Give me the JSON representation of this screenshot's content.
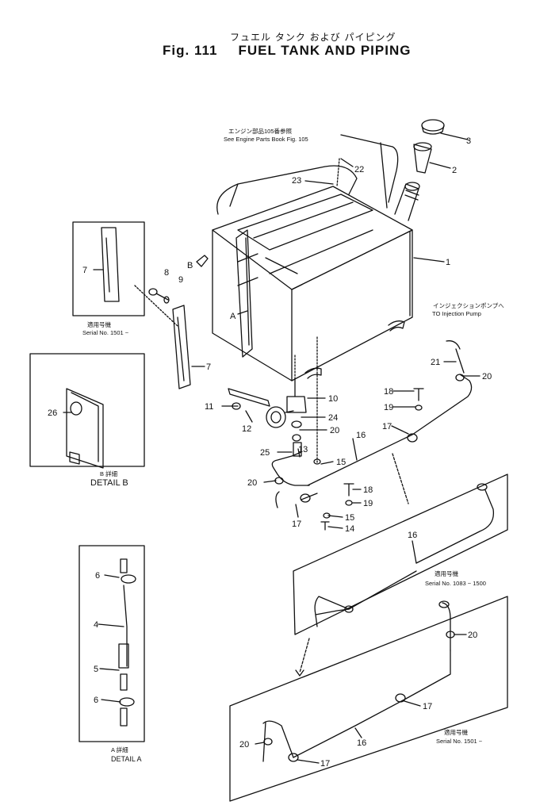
{
  "title": {
    "japanese": "フュエル タンク および パイピング",
    "figure": "Fig. 111",
    "english": "FUEL TANK AND PIPING"
  },
  "notes": {
    "engine_ref_jp": "エンジン部品105番参照",
    "engine_ref": "See Engine Parts Book Fig. 105",
    "injection_jp": "インジェクションポンプへ",
    "injection": "TO Injection Pump",
    "serial_jp_1": "適用号機",
    "serial_1501_a": "Serial No. 1501 ~",
    "serial_jp_2": "適用号機",
    "serial_1083": "Serial No. 1083 ~ 1500",
    "serial_jp_3": "適用号機",
    "serial_1501_b": "Serial No. 1501 ~"
  },
  "details": {
    "b_jp": "B 詳細",
    "b_label": "DETAIL B",
    "a_jp": "A 詳細",
    "a_label": "DETAIL A"
  },
  "view_marks": {
    "a": "A",
    "b": "B"
  },
  "callouts": [
    "1",
    "2",
    "3",
    "4",
    "5",
    "6",
    "6",
    "7",
    "7",
    "8",
    "9",
    "10",
    "11",
    "12",
    "13",
    "14",
    "15",
    "15",
    "16",
    "16",
    "16",
    "17",
    "17",
    "17",
    "17",
    "18",
    "18",
    "19",
    "19",
    "20",
    "20",
    "20",
    "20",
    "21",
    "22",
    "23",
    "24",
    "25",
    "26"
  ]
}
